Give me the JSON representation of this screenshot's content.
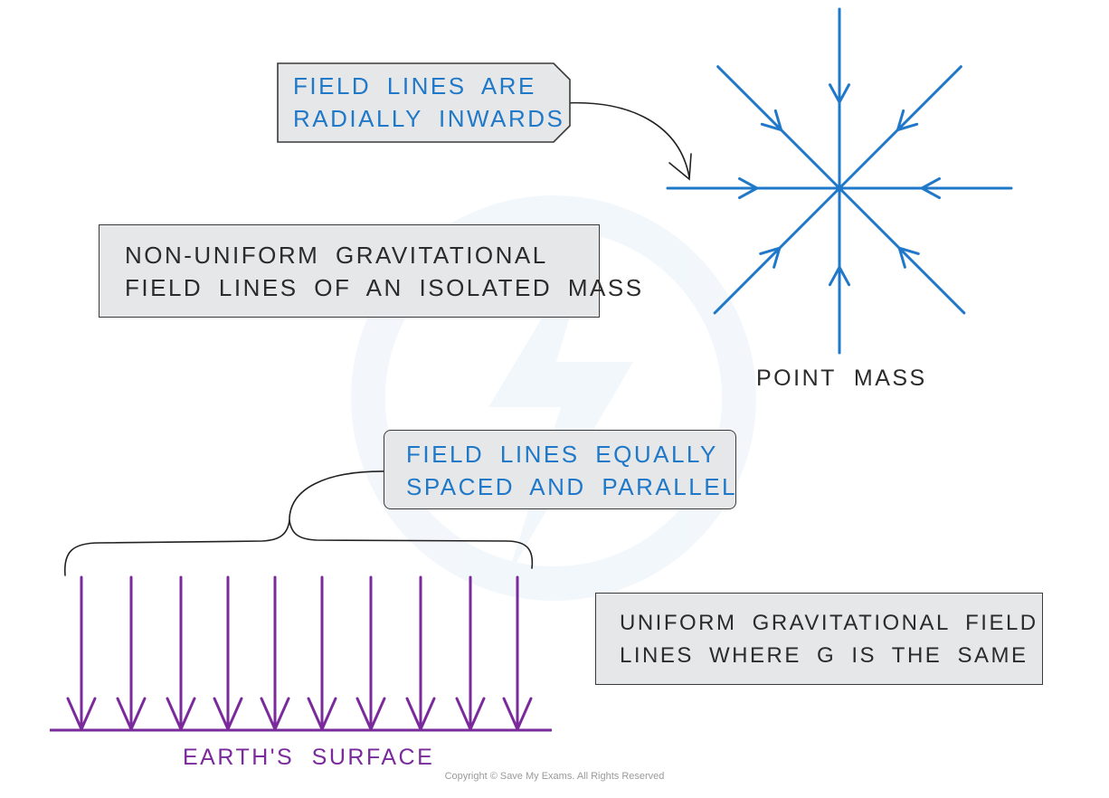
{
  "colors": {
    "blue": "#1f78c8",
    "purple": "#7a2a9a",
    "box_fill": "#e6e7e8",
    "outline": "#3a3a3a",
    "watermark": "#e9f1fa"
  },
  "top_callout": {
    "line1": "FIELD LINES ARE",
    "line2": "RADIALLY INWARDS"
  },
  "nonuniform_label": {
    "line1": "NON-UNIFORM GRAVITATIONAL",
    "line2": "FIELD LINES OF AN ISOLATED MASS"
  },
  "point_mass_label": "POINT MASS",
  "bottom_callout": {
    "line1": "FIELD LINES EQUALLY",
    "line2": "SPACED AND PARALLEL"
  },
  "uniform_label": {
    "line1": "UNIFORM GRAVITATIONAL FIELD",
    "line2": "LINES WHERE g IS THE SAME"
  },
  "earth_label": "EARTH'S SURFACE",
  "copyright": "Copyright © Save My Exams. All Rights Reserved",
  "watermark_icon": "save-my-exams-logo-icon"
}
